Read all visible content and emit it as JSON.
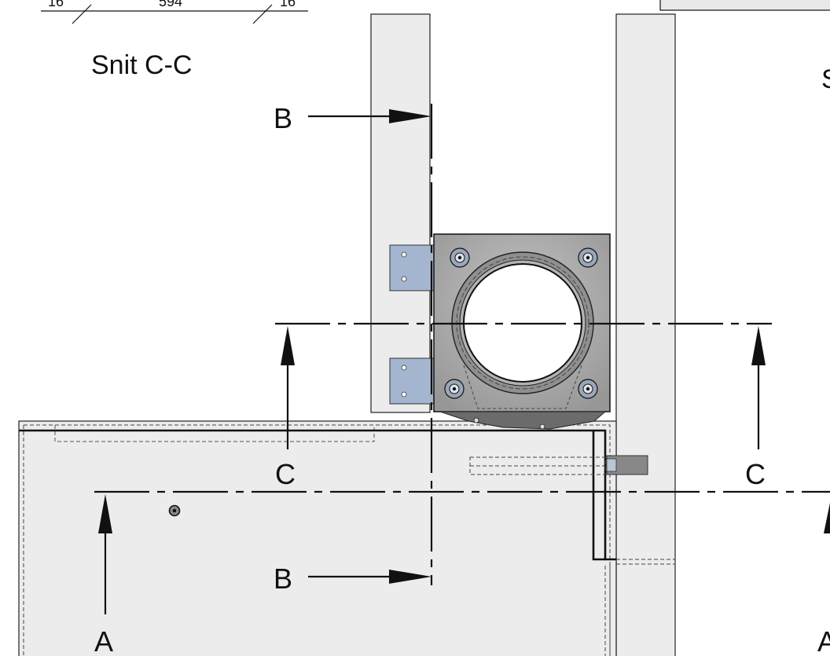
{
  "dimensions": {
    "left": "16",
    "middle": "594",
    "right": "16"
  },
  "section_title": "Snit C-C",
  "right_partial_title": "S",
  "section_markers": {
    "b_top": "B",
    "b_bottom": "B",
    "c_left": "C",
    "c_right": "C",
    "a_left": "A",
    "a_right": "A"
  },
  "colors": {
    "background": "#ffffff",
    "panel_fill": "#ececec",
    "line": "#111111",
    "steel_plate": "#a9a9a9",
    "bracket": "#a4b6cf"
  },
  "icons": {
    "arrow": "section-arrow-icon",
    "bolt": "bolt-icon",
    "screw": "screw-icon"
  }
}
